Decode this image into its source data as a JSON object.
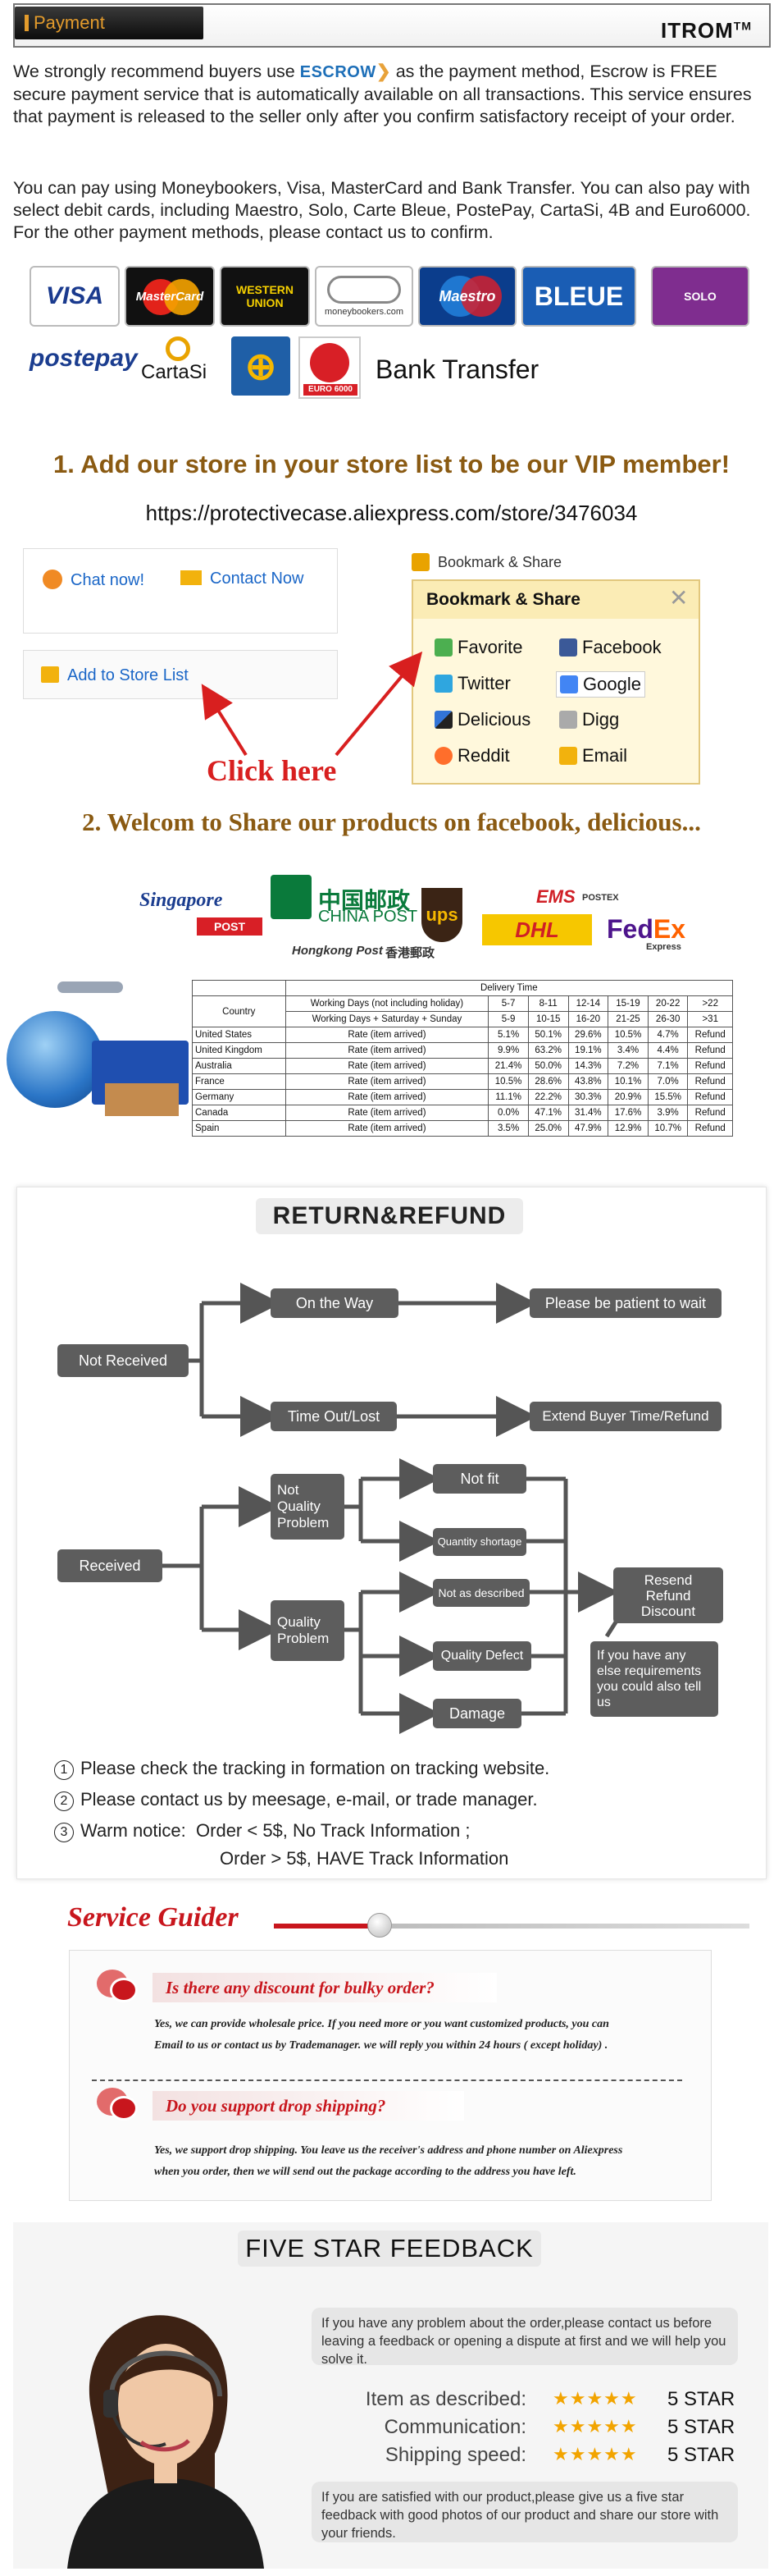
{
  "payment": {
    "tab_label": "Payment",
    "brand": "ITROM",
    "brand_tm": "TM",
    "p1_before": "We strongly recommend buyers use ",
    "escrow_logo": "ESCROW",
    "p1_after": " as the payment method, Escrow is FREE secure payment service that is automatically available on all transactions. This service ensures that payment is released to the seller only after you confirm satisfactory receipt of your order.",
    "p2": "You can pay using Moneybookers, Visa, MasterCard and Bank Transfer. You can also pay with select debit cards, including Maestro, Solo, Carte Bleue, PostePay, CartaSi, 4B and Euro6000. For the other payment methods, please contact us to confirm.",
    "logos": {
      "visa": "VISA",
      "mastercard": "MasterCard",
      "western_union": "WESTERN UNION",
      "moneybookers": "moneybookers.com",
      "maestro": "Maestro",
      "carte_bleue": "BLEUE",
      "solo": "SOLO",
      "postepay": "postepay",
      "cartasi": "CartaSi",
      "euro6000": "EURO 6000",
      "bank_transfer": "Bank Transfer"
    }
  },
  "vip": {
    "title": "1. Add our store in your store list to be our VIP member!",
    "url": "https://protectivecase.aliexpress.com/store/3476034",
    "chat_now": "Chat now!",
    "contact_now": "Contact Now",
    "add_to_store": "Add to Store List",
    "bookmark_label": "Bookmark & Share",
    "bookmark_title": "Bookmark & Share",
    "close_glyph": "✕",
    "items": [
      "Favorite",
      "Facebook",
      "Twitter",
      "Google",
      "Delicious",
      "Digg",
      "Reddit",
      "Email"
    ],
    "click_here": "Click here"
  },
  "share": {
    "title": "2. Welcom to Share our products on facebook, delicious...",
    "carriers": {
      "singapore": "Singapore",
      "singapore_tag": "POST",
      "china_post_cn": "中国邮政",
      "china_post_en": "CHINA POST",
      "hongkong": "Hongkong Post",
      "hongkong_cn": "香港郵政",
      "ups": "ups",
      "ems": "EMS",
      "ems_sub": "POSTEX",
      "dhl": "DHL",
      "fedex_fed": "Fed",
      "fedex_ex": "Ex",
      "fedex_sub": "Express"
    },
    "table": {
      "group_header": "Delivery Time",
      "country_header": "Country",
      "row_label_1": "Working Days (not including holiday)",
      "row_label_2": "Working Days + Saturday + Sunday",
      "ranges_1": [
        "5-7",
        "8-11",
        "12-14",
        "15-19",
        "20-22",
        ">22"
      ],
      "ranges_2": [
        "5-9",
        "10-15",
        "16-20",
        "21-25",
        "26-30",
        ">31"
      ],
      "rate_label": "Rate (item arrived)",
      "rows": [
        {
          "country": "United States",
          "values": [
            "5.1%",
            "50.1%",
            "29.6%",
            "10.5%",
            "4.7%",
            "Refund"
          ]
        },
        {
          "country": "United Kingdom",
          "values": [
            "9.9%",
            "63.2%",
            "19.1%",
            "3.4%",
            "4.4%",
            "Refund"
          ]
        },
        {
          "country": "Australia",
          "values": [
            "21.4%",
            "50.0%",
            "14.3%",
            "7.2%",
            "7.1%",
            "Refund"
          ]
        },
        {
          "country": "France",
          "values": [
            "10.5%",
            "28.6%",
            "43.8%",
            "10.1%",
            "7.0%",
            "Refund"
          ]
        },
        {
          "country": "Germany",
          "values": [
            "11.1%",
            "22.2%",
            "30.3%",
            "20.9%",
            "15.5%",
            "Refund"
          ]
        },
        {
          "country": "Canada",
          "values": [
            "0.0%",
            "47.1%",
            "31.4%",
            "17.6%",
            "3.9%",
            "Refund"
          ]
        },
        {
          "country": "Spain",
          "values": [
            "3.5%",
            "25.0%",
            "47.9%",
            "12.9%",
            "10.7%",
            "Refund"
          ]
        }
      ]
    }
  },
  "refund": {
    "title": "RETURN&REFUND",
    "not_received": "Not Received",
    "on_the_way": "On the Way",
    "be_patient": "Please be patient to wait",
    "timeout_lost": "Time Out/Lost",
    "extend_time": "Extend Buyer Time/Refund",
    "received": "Received",
    "not_quality": "Not Quality Problem",
    "quality": "Quality Problem",
    "not_fit": "Not fit",
    "quantity_shortage": "Quantity shortage",
    "not_as_described": "Not as described",
    "quality_defect": "Quality Defect",
    "damage": "Damage",
    "resend": "Resend Refund Discount",
    "else": "If you have any else requirements you could also tell us",
    "note1_num": "1",
    "note1": "Please check the tracking in formation on tracking website.",
    "note2_num": "2",
    "note2": "Please contact us by meesage, e-mail, or trade manager.",
    "note3_num": "3",
    "note3_label": "Warm notice:",
    "note3_line1": "Order < 5$,  No Track Information ;",
    "note3_line2": "Order > 5$,  HAVE Track Information"
  },
  "service": {
    "title": "Service Guider",
    "q1": "Is there any discount for bulky order?",
    "a1_line1": "Yes, we can provide wholesale price. If you need more or you want customized products, you can",
    "a1_line2": "Email to us or contact us by Trademanager. we will reply you within 24 hours ( except holiday) .",
    "q2": "Do you support drop shipping?",
    "a2_line1": "Yes, we support drop shipping. You leave us the receiver's address and phone number on Aliexpress",
    "a2_line2": "when you order, then we will send out the package according to the address you have left."
  },
  "feedback": {
    "title": "FIVE STAR FEEDBACK",
    "box1": "If you have any problem about the order,please contact us before leaving a feedback or opening a dispute at first and we will help you solve it.",
    "ratings": [
      {
        "label": "Item as described:",
        "stars": 5,
        "stars_glyph": "★★★★★",
        "value": "5 STAR"
      },
      {
        "label": "Communication:",
        "stars": 5,
        "stars_glyph": "★★★★★",
        "value": "5 STAR"
      },
      {
        "label": "Shipping speed:",
        "stars": 5,
        "stars_glyph": "★★★★★",
        "value": "5 STAR"
      }
    ],
    "box2": "If you are satisfied with our product,please give us a five star feedback with good photos of our product and share our store with your friends."
  }
}
